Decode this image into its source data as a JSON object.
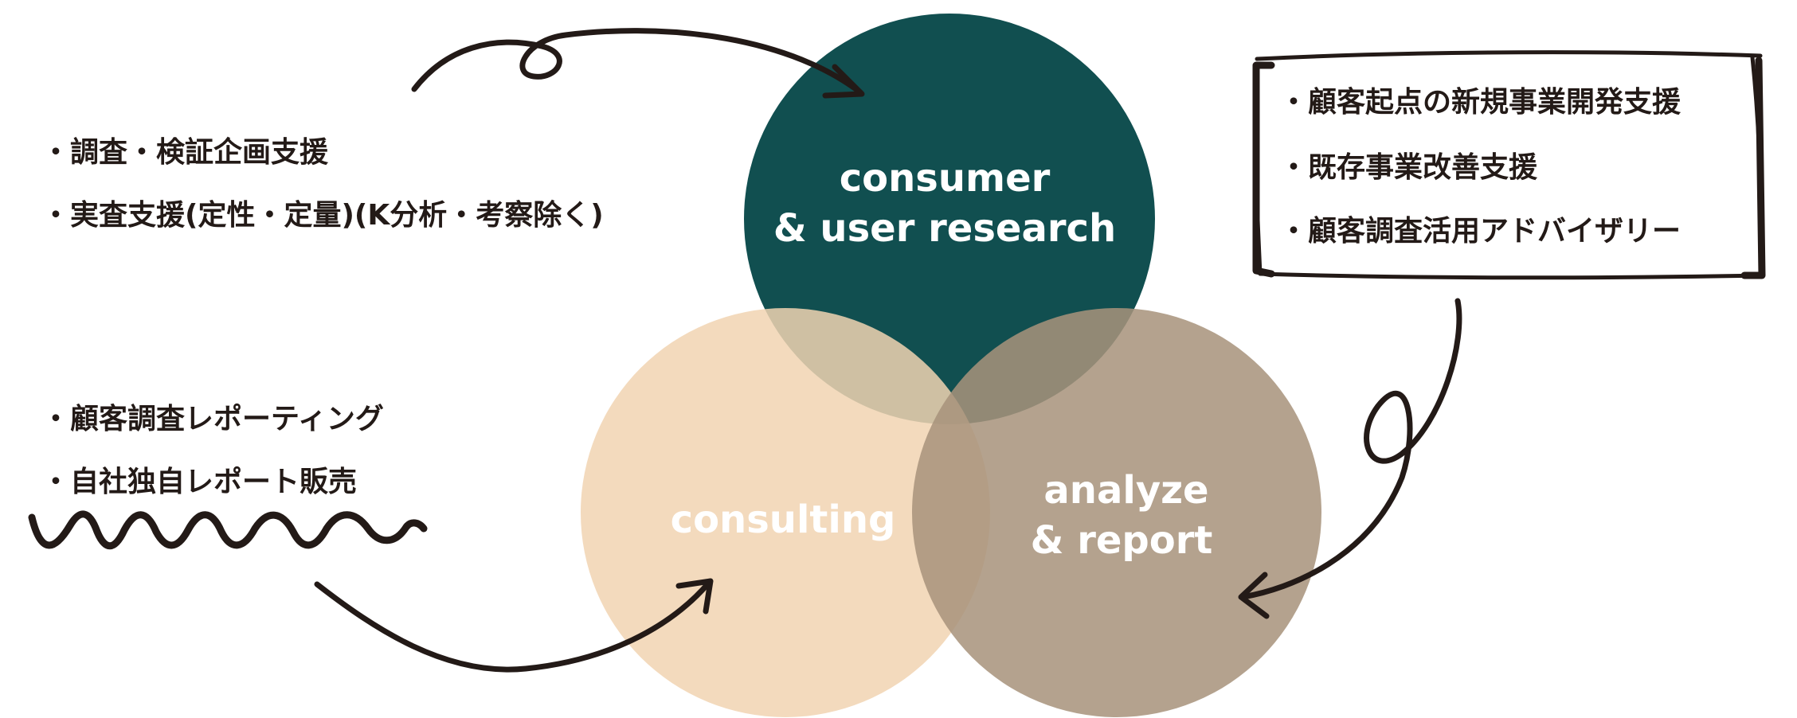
{
  "colors": {
    "research_circle": "#114f50",
    "consulting_circle": "#f1d4b1",
    "report_circle": "#a8937c",
    "ink": "#231a17",
    "label_text": "#ffffff"
  },
  "circles": {
    "research": {
      "line1": "consumer",
      "line2": "& user research"
    },
    "consulting": {
      "line1": "consulting"
    },
    "report": {
      "line1": "analyze",
      "line2": "& report"
    }
  },
  "left_top_notes": {
    "item1": "・調査・検証企画支援",
    "item2": "・実査支援(定性・定量)(K分析・考察除く)"
  },
  "left_bottom_notes": {
    "item1": "・顧客調査レポーティング",
    "item2": "・自社独自レポート販売"
  },
  "right_box_notes": {
    "item1": "・顧客起点の新規事業開発支援",
    "item2": "・既存事業改善支援",
    "item3": "・顧客調査活用アドバイザリー"
  },
  "decorations": {
    "arrow_top": "curved-arrow-icon",
    "arrow_bottom": "curved-arrow-icon",
    "arrow_right": "looped-arrow-icon",
    "squiggle": "wavy-line-icon",
    "bracket_box": "hand-drawn-box"
  }
}
